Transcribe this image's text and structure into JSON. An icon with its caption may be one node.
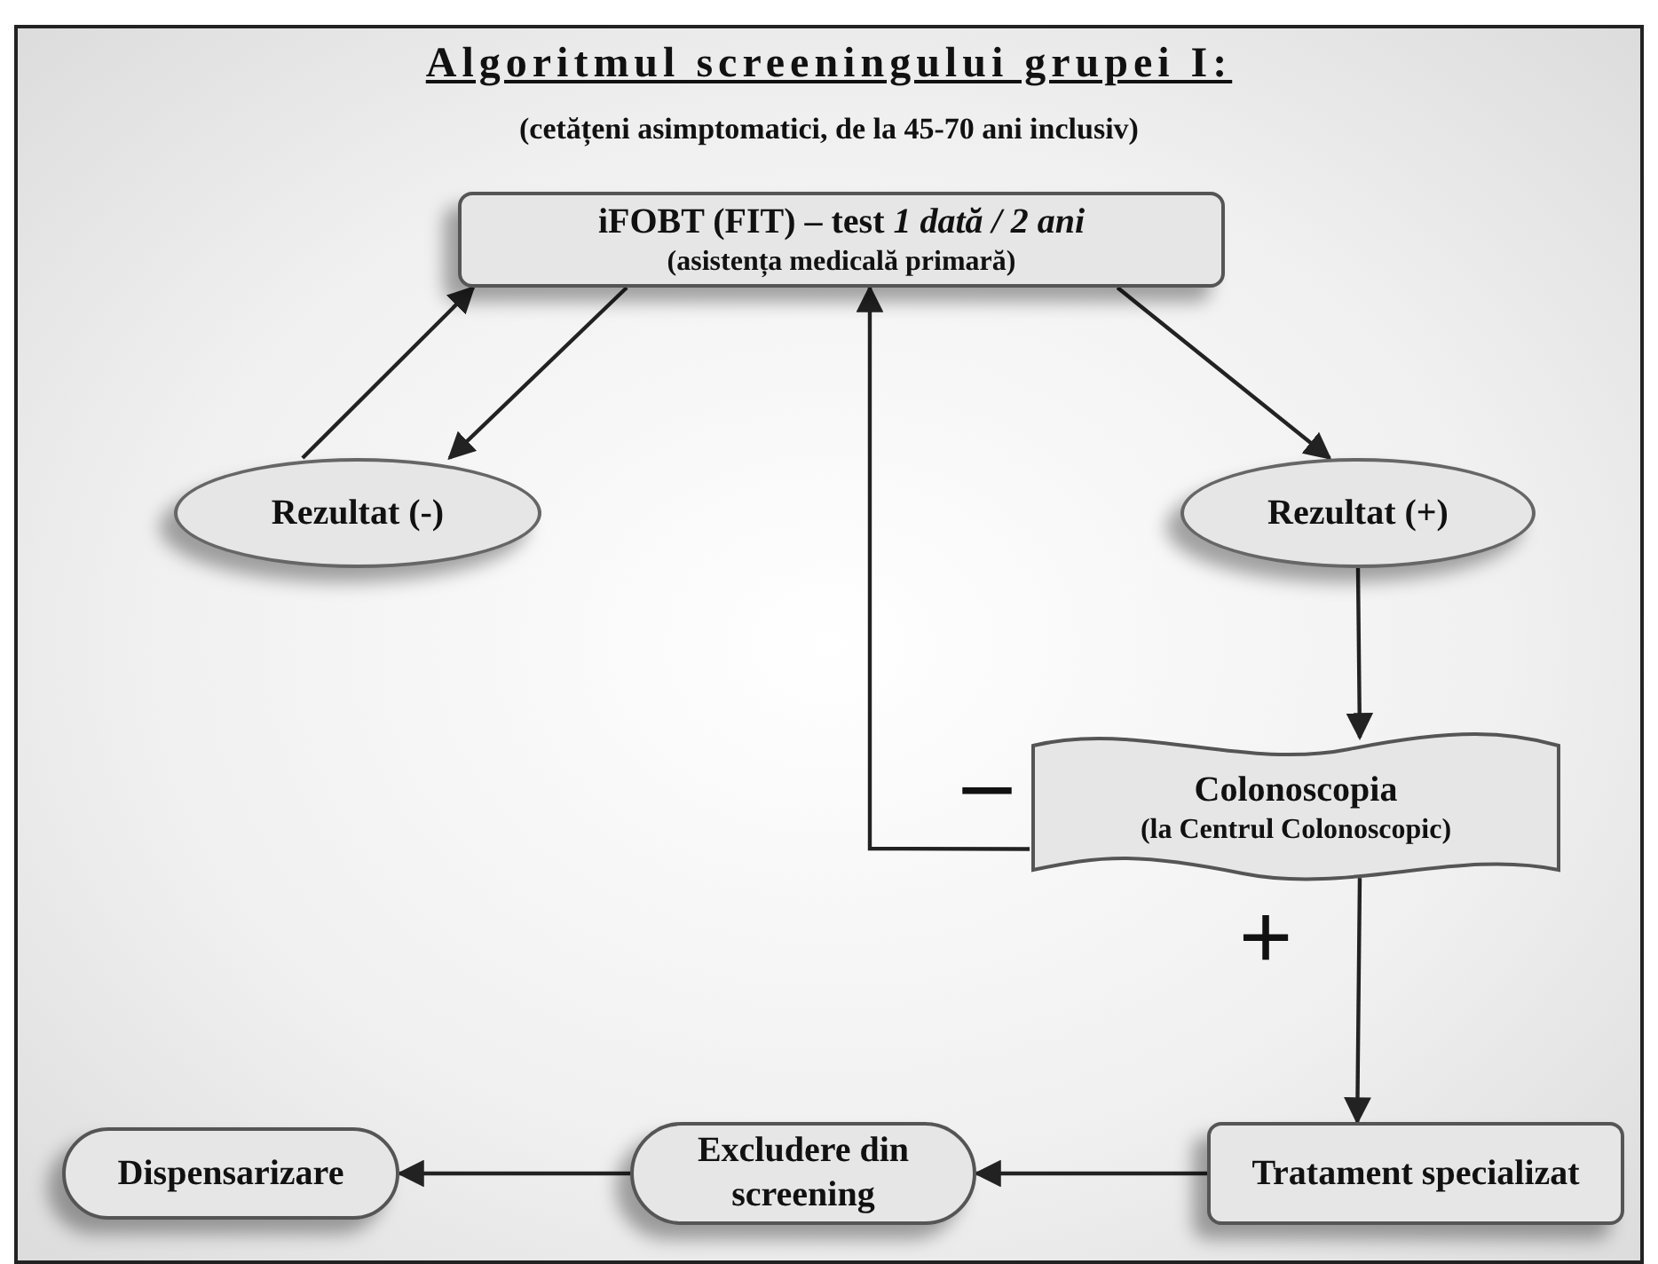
{
  "diagram": {
    "title": "Algoritmul screeningului grupei I:",
    "nodes": [
      {
        "text": [
          "iFOBT (FIT) – test *1 dată / 2 ani*",
          "(asistența medicală primară)"
        ]
      },
      {
        "text": [
          "Rezultat (-)"
        ]
      },
      {
        "text": [
          "Rezultat (+)"
        ]
      },
      {
        "text": [
          "Colonoscopia",
          "(la Centrul Colonoscopic)"
        ]
      },
      {
        "text": [
          "Tratament specializat"
        ]
      },
      {
        "text": [
          "Excludere din screening"
        ]
      },
      {
        "text": [
          "Dispensarizare"
        ]
      }
    ],
    "edges": [
      {
        "from": 1,
        "to": 0,
        "arrow": "to"
      },
      {
        "from": 0,
        "to": 1,
        "arrow": "to"
      },
      {
        "from": 0,
        "to": 2,
        "arrow": "to"
      },
      {
        "from": 2,
        "to": 3,
        "arrow": "to"
      },
      {
        "from": 3,
        "to": 0,
        "arrow": "to",
        "label": "–"
      },
      {
        "from": 3,
        "to": 4,
        "arrow": "to",
        "label": "+"
      },
      {
        "from": 4,
        "to": 5,
        "arrow": "to"
      },
      {
        "from": 5,
        "to": 6,
        "arrow": "to"
      }
    ],
    "labels": [
      "(cetățeni asimptomatici, de la 45-70 ani inclusiv)"
    ]
  }
}
